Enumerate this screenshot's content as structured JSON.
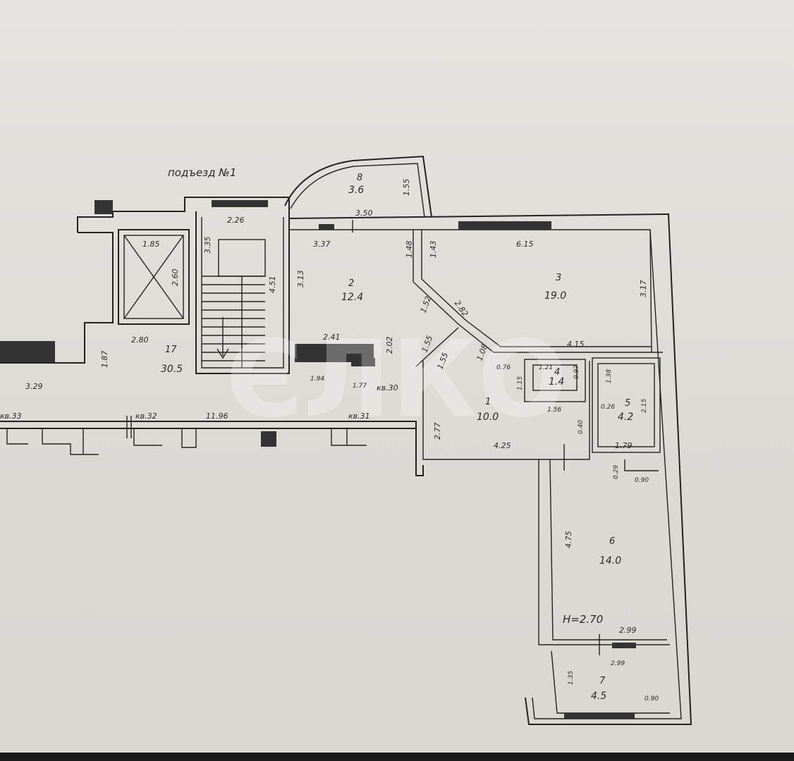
{
  "entrance_label": "подъезд №1",
  "watermark": "ЄЛКО",
  "ceiling_height": "H=2.70",
  "rooms": [
    {
      "id": "room-1",
      "number": "1",
      "area": "10.0"
    },
    {
      "id": "room-2",
      "number": "2",
      "area": "12.4"
    },
    {
      "id": "room-3",
      "number": "3",
      "area": "19.0"
    },
    {
      "id": "room-4",
      "number": "4",
      "area": "1.4"
    },
    {
      "id": "room-5",
      "number": "5",
      "area": "4.2"
    },
    {
      "id": "room-6",
      "number": "6",
      "area": "14.0"
    },
    {
      "id": "room-7",
      "number": "7",
      "area": "4.5"
    },
    {
      "id": "room-8",
      "number": "8",
      "area": "3.6"
    },
    {
      "id": "room-17",
      "number": "17",
      "area": "30.5"
    }
  ],
  "apartment_labels": [
    "кв.33",
    "кв.32",
    "кв.31",
    "кв.30"
  ],
  "dimensions": [
    "2.26",
    "3.50",
    "1.55",
    "3.37",
    "6.15",
    "1.85",
    "2.60",
    "2.80",
    "1.87",
    "3.29",
    "3.35",
    "4.51",
    "3.13",
    "1.48",
    "1.43",
    "2.41",
    "2.02",
    "1.52",
    "2.82",
    "1.55",
    "1.55",
    "1.08",
    "4.15",
    "3.17",
    "0.76",
    "1.94",
    "1.77",
    "1.21",
    "0.97",
    "1.15",
    "1.56",
    "1.38",
    "0.26",
    "2.15",
    "0.40",
    "1.79",
    "2.77",
    "4.25",
    "11.96",
    "0.29",
    "0.90",
    "4.75",
    "2.99",
    "2.99",
    "1.35",
    "0.90"
  ]
}
